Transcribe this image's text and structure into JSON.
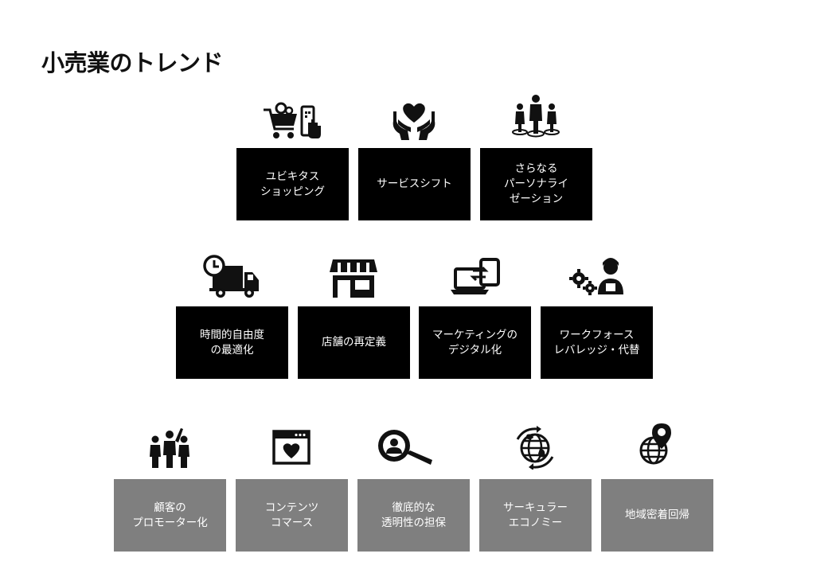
{
  "title": "小売業のトレンド",
  "colors": {
    "dark_box": "#000000",
    "gray_box": "#7f7f7f",
    "icon": "#111111"
  },
  "rows": [
    {
      "items": [
        {
          "label": "ユビキタス\nショッピング",
          "icon": "cart-phone-icon"
        },
        {
          "label": "サービスシフト",
          "icon": "heart-hands-icon"
        },
        {
          "label": "さらなる\nパーソナライ\nゼーション",
          "icon": "people-target-icon"
        }
      ]
    },
    {
      "items": [
        {
          "label": "時間的自由度\nの最適化",
          "icon": "delivery-truck-clock-icon"
        },
        {
          "label": "店舗の再定義",
          "icon": "storefront-icon"
        },
        {
          "label": "マーケティングの\nデジタル化",
          "icon": "laptop-phone-sync-icon"
        },
        {
          "label": "ワークフォース\nレバレッジ・代替",
          "icon": "gears-worker-icon"
        }
      ]
    },
    {
      "items": [
        {
          "label": "顧客の\nプロモーター化",
          "icon": "group-cheer-icon"
        },
        {
          "label": "コンテンツ\nコマース",
          "icon": "browser-heart-icon"
        },
        {
          "label": "徹底的な\n透明性の担保",
          "icon": "magnifier-person-icon"
        },
        {
          "label": "サーキュラー\nエコノミー",
          "icon": "globe-cycle-icon"
        },
        {
          "label": "地域密着回帰",
          "icon": "globe-pin-icon"
        }
      ]
    }
  ]
}
